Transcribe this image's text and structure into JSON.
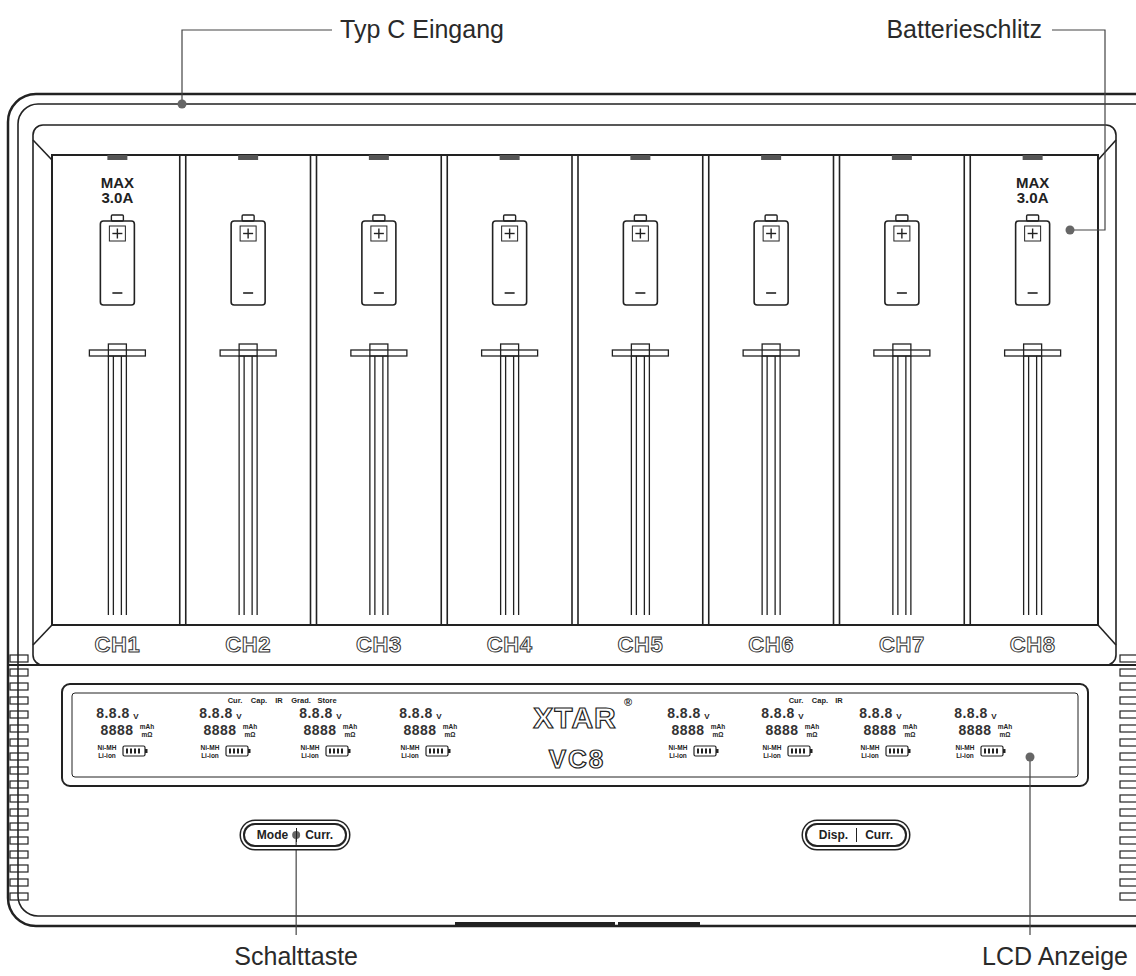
{
  "diagram": {
    "nodes": [
      {
        "text": [
          "Mode",
          "Curr."
        ]
      },
      {
        "text": [
          "Disp.",
          "Curr."
        ]
      }
    ],
    "labels": [
      "Typ C Eingang",
      "Batterieschlitz",
      "Schalttaste",
      "LCD Anzeige",
      "MAX 3.0A",
      "MAX 3.0A",
      "CH1",
      "CH2",
      "CH3",
      "CH4",
      "CH5",
      "CH6",
      "CH7",
      "CH8",
      "Cur.",
      "Cap.",
      "IR",
      "Grad.",
      "Store",
      "Cur.",
      "Cap.",
      "IR",
      "XTAR",
      "®",
      "VC8",
      "8.8.8",
      "V",
      "8888",
      "mAh",
      "mΩ",
      "Ni-MH",
      "Li-ion",
      "8.8.8",
      "V",
      "8888",
      "mAh",
      "mΩ",
      "Ni-MH",
      "Li-ion",
      "8.8.8",
      "V",
      "8888",
      "mAh",
      "mΩ",
      "Ni-MH",
      "Li-ion",
      "8.8.8",
      "V",
      "8888",
      "mAh",
      "mΩ",
      "Ni-MH",
      "Li-ion",
      "8.8.8",
      "V",
      "8888",
      "mAh",
      "mΩ",
      "Ni-MH",
      "Li-ion",
      "8.8.8",
      "V",
      "8888",
      "mAh",
      "mΩ",
      "Ni-MH",
      "Li-ion",
      "8.8.8",
      "V",
      "8888",
      "mAh",
      "mΩ",
      "Ni-MH",
      "Li-ion",
      "8.8.8",
      "V",
      "8888",
      "mAh",
      "mΩ",
      "Ni-MH",
      "Li-ion"
    ]
  }
}
